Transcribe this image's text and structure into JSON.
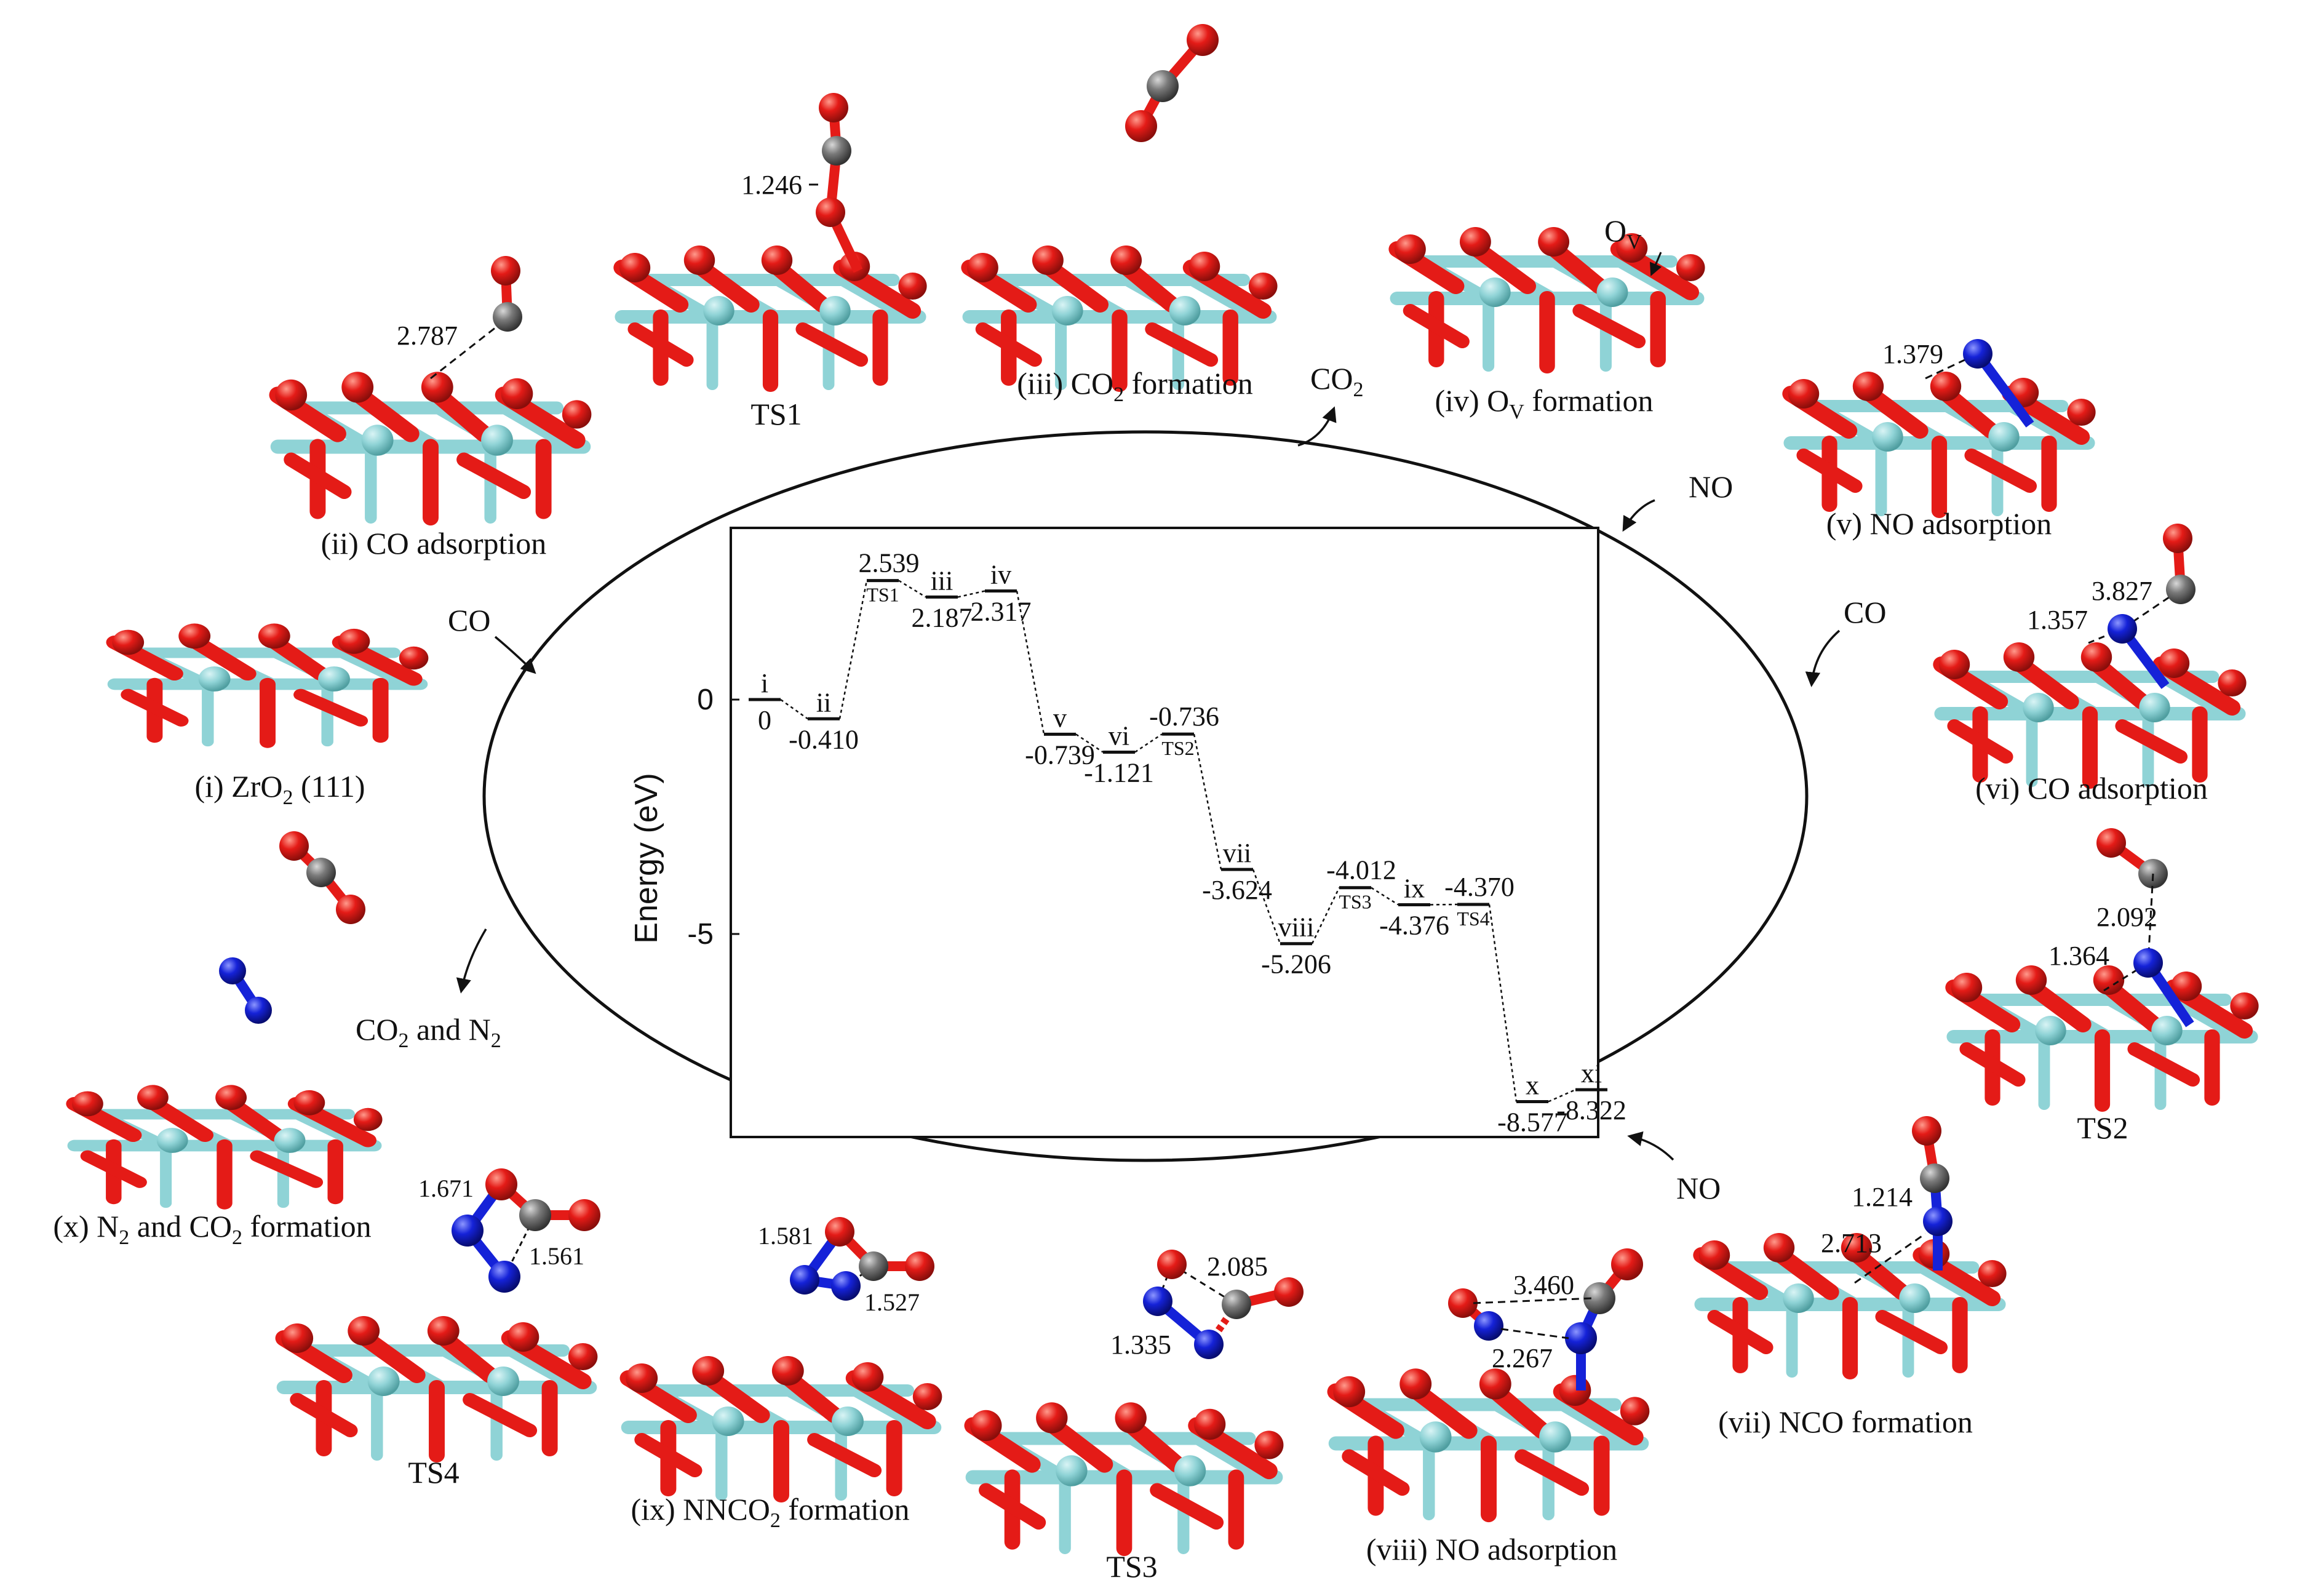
{
  "colors": {
    "oxygen": "#e41b17",
    "oxygen_dark": "#8a0e0b",
    "zirconium": "#8fd3d6",
    "zirconium_dark": "#4f9ea0",
    "carbon": "#7a7a7a",
    "nitrogen": "#1522d8",
    "line": "#111111"
  },
  "flow_labels": {
    "co_in_1": "CO",
    "co2_out": "CO",
    "co2_out_sub": "2",
    "no_in_1": "NO",
    "co_in_2": "CO",
    "no_in_2": "NO",
    "products_a": "CO",
    "products_a_sub": "2",
    "products_b": " and N",
    "products_b_sub": "2"
  },
  "structures": {
    "i": {
      "label_a": "(i) ZrO",
      "label_sub": "2",
      "label_b": " (111)"
    },
    "ii": {
      "label": "(ii) CO adsorption",
      "distance": "2.787"
    },
    "ts1": {
      "label": "TS1",
      "distance": "1.246"
    },
    "iii": {
      "label_a": "(iii) CO",
      "label_sub": "2",
      "label_b": " formation"
    },
    "iv": {
      "label_a": "(iv) O",
      "label_sub": "V",
      "label_b": " formation",
      "vac_a": "O",
      "vac_sub": "V"
    },
    "v": {
      "label": "(v) NO adsorption",
      "distance": "1.379"
    },
    "vi": {
      "label": "(vi) CO adsorption",
      "distance_1": "1.357",
      "distance_2": "3.827"
    },
    "ts2": {
      "label": "TS2",
      "distance_1": "2.092",
      "distance_2": "1.364"
    },
    "vii": {
      "label": "(vii) NCO formation",
      "distance_1": "1.214",
      "distance_2": "2.713"
    },
    "viii": {
      "label": "(viii) NO adsorption",
      "distance_1": "3.460",
      "distance_2": "2.267"
    },
    "ts3": {
      "label": "TS3",
      "distance_1": "2.085",
      "distance_2": "1.335"
    },
    "ix": {
      "label_a": "(ix) NNCO",
      "label_sub": "2",
      "label_b": " formation",
      "distance_1": "1.581",
      "distance_2": "1.527"
    },
    "ts4": {
      "label": "TS4",
      "distance_1": "1.671",
      "distance_2": "1.561"
    },
    "x": {
      "label_a": "(x) N",
      "label_sub": "2",
      "label_b": " and CO",
      "label_sub2": "2",
      "label_c": " formation"
    }
  },
  "chart_data": {
    "type": "energy-profile",
    "ylabel": "Energy (eV)",
    "ylim": [
      -9.2,
      3.4
    ],
    "yticks": [
      0,
      -5
    ],
    "ytick_labels": [
      "0",
      "-5"
    ],
    "states": [
      {
        "name": "i",
        "energy": 0,
        "value_text": "0"
      },
      {
        "name": "ii",
        "energy": -0.41,
        "value_text": "-0.410"
      },
      {
        "name": "TS1",
        "energy": 2.539,
        "value_text": "2.539"
      },
      {
        "name": "iii",
        "energy": 2.187,
        "value_text": "2.187"
      },
      {
        "name": "iv",
        "energy": 2.317,
        "value_text": "2.317"
      },
      {
        "name": "v",
        "energy": -0.739,
        "value_text": "-0.739"
      },
      {
        "name": "vi",
        "energy": -1.121,
        "value_text": "-1.121"
      },
      {
        "name": "TS2",
        "energy": -0.736,
        "value_text": "-0.736"
      },
      {
        "name": "vii",
        "energy": -3.624,
        "value_text": "-3.624"
      },
      {
        "name": "viii",
        "energy": -5.206,
        "value_text": "-5.206"
      },
      {
        "name": "TS3",
        "energy": -4.012,
        "value_text": "-4.012"
      },
      {
        "name": "ix",
        "energy": -4.376,
        "value_text": "-4.376"
      },
      {
        "name": "TS4",
        "energy": -4.37,
        "value_text": "-4.370"
      },
      {
        "name": "x",
        "energy": -8.577,
        "value_text": "-8.577"
      },
      {
        "name": "xi",
        "energy": -8.322,
        "value_text": "-8.322"
      }
    ]
  }
}
